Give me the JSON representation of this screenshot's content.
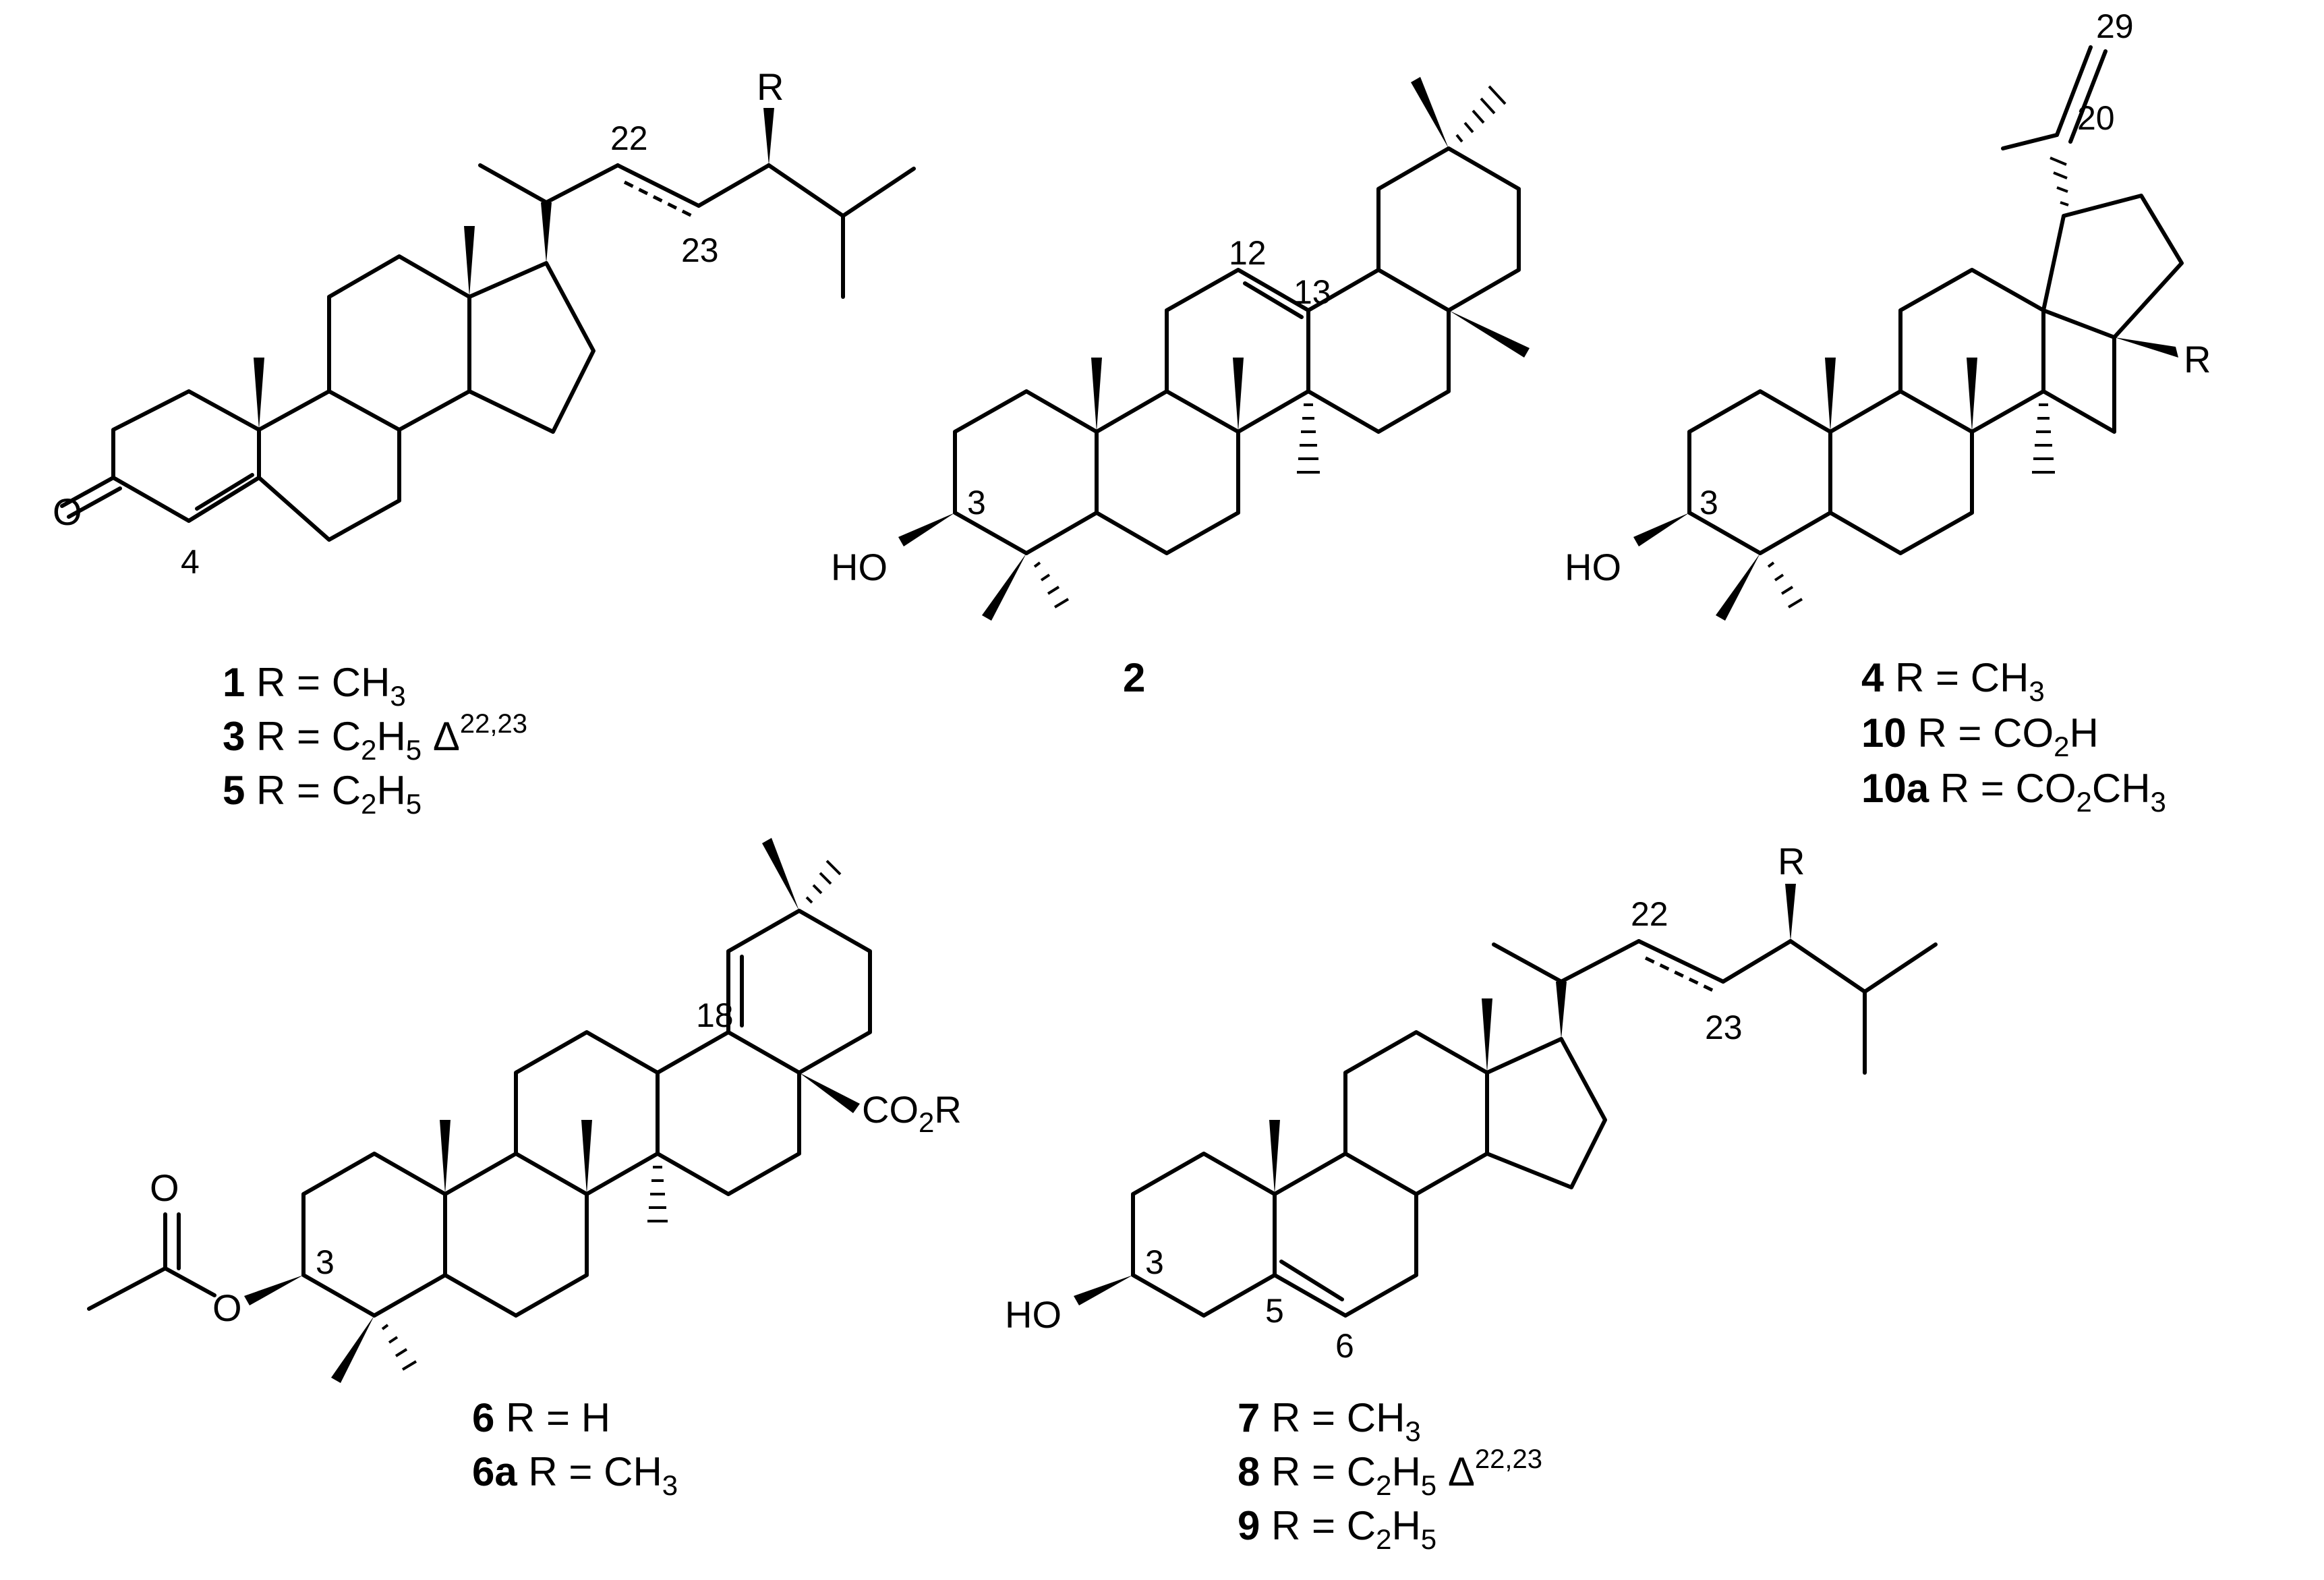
{
  "atoms": {
    "O": "O",
    "HO": "HO",
    "R": "R",
    "CO2R_main": "CO",
    "CO2R_sub": "2",
    "CO2R_R": "R"
  },
  "locants": {
    "s1_22": "22",
    "s1_23": "23",
    "s1_4": "4",
    "s2_12": "12",
    "s2_13": "13",
    "s2_3": "3",
    "s4_29": "29",
    "s4_20": "20",
    "s4_3": "3",
    "s6_18": "18",
    "s6_3": "3",
    "s7_22": "22",
    "s7_23": "23",
    "s7_3": "3",
    "s7_5": "5",
    "s7_6": "6"
  },
  "captions": {
    "c1": {
      "num": "1",
      "text": " R = CH",
      "sub": "3",
      "tail": ""
    },
    "c3": {
      "num": "3",
      "text": " R = C",
      "sub": "2",
      "mid": "H",
      "sub2": "5",
      "tail": " Δ",
      "sup": "22,23"
    },
    "c5": {
      "num": "5",
      "text": " R = C",
      "sub": "2",
      "mid": "H",
      "sub2": "5"
    },
    "c2": {
      "num": "2"
    },
    "c4": {
      "num": "4",
      "text": " R = CH",
      "sub": "3"
    },
    "c10": {
      "num": "10",
      "text": " R = CO",
      "sub": "2",
      "mid": "H"
    },
    "c10a": {
      "num": "10a",
      "text": " R = CO",
      "sub": "2",
      "mid": "CH",
      "sub2": "3"
    },
    "c6": {
      "num": "6",
      "text": " R = H"
    },
    "c6a": {
      "num": "6a",
      "text": " R = CH",
      "sub": "3"
    },
    "c7": {
      "num": "7",
      "text": " R = CH",
      "sub": "3"
    },
    "c8": {
      "num": "8",
      "text": " R = C",
      "sub": "2",
      "mid": "H",
      "sub2": "5",
      "tail": " Δ",
      "sup": "22,23"
    },
    "c9": {
      "num": "9",
      "text": " R = C",
      "sub": "2",
      "mid": "H",
      "sub2": "5"
    }
  }
}
